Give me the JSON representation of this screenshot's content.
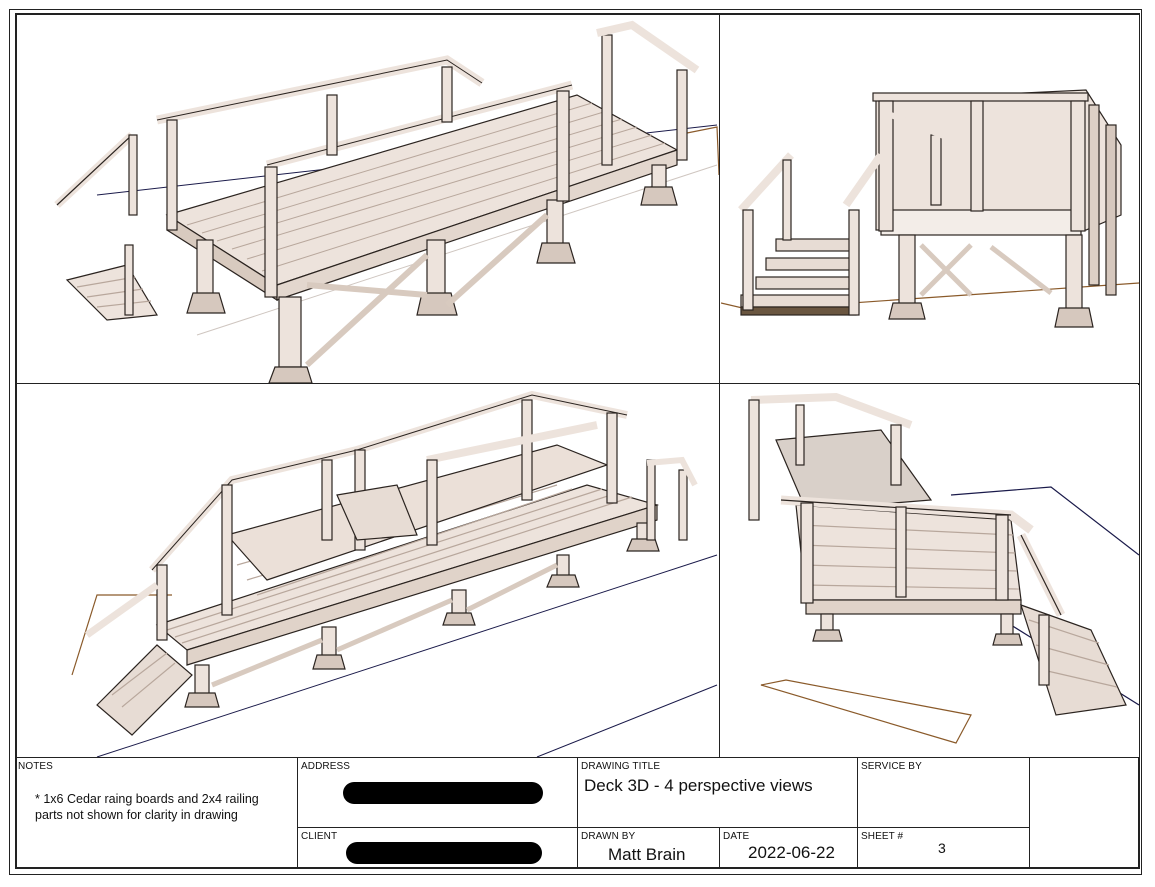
{
  "title_block": {
    "notes_label": "NOTES",
    "notes_text": "* 1x6 Cedar raing boards and 2x4 railing parts not shown for clarity in drawing",
    "address_label": "ADDRESS",
    "client_label": "CLIENT",
    "drawing_title_label": "DRAWING TITLE",
    "drawing_title": "Deck 3D - 4 perspective views",
    "drawn_by_label": "DRAWN BY",
    "drawn_by": "Matt Brain",
    "date_label": "DATE",
    "date": "2022-06-22",
    "service_by_label": "SERVICE BY",
    "sheet_label": "SHEET #",
    "sheet_number": "3"
  },
  "colors": {
    "wood": "#ede3dc",
    "wood_shadow": "#c9b8ad",
    "outline": "#2b2420",
    "guide_line": "#1a1a4a",
    "footprint_line": "#8a5a2a"
  }
}
